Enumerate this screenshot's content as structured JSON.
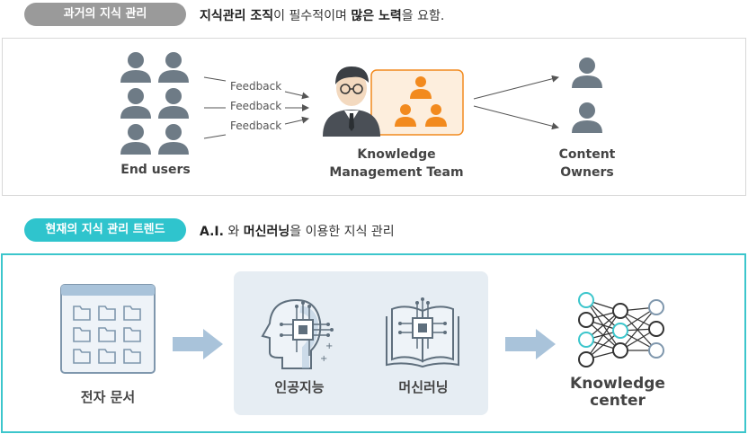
{
  "section1": {
    "pill": "과거의 지식 관리",
    "headline_parts": [
      {
        "text": "지식관리 조직",
        "bold": true
      },
      {
        "text": "이 필수적이며 ",
        "bold": false
      },
      {
        "text": "많은 노력",
        "bold": true
      },
      {
        "text": "을 요함.",
        "bold": false
      }
    ],
    "end_users_label": "End users",
    "feedback_labels": [
      "Feedback",
      "Feedback",
      "Feedback"
    ],
    "km_team_label_line1": "Knowledge",
    "km_team_label_line2": "Management Team",
    "content_owners_line1": "Content",
    "content_owners_line2": "Owners"
  },
  "section2": {
    "pill": "현재의 지식 관리 트렌드",
    "headline_parts": [
      {
        "text": "A.I.",
        "bold": true
      },
      {
        "text": " 와 ",
        "bold": false
      },
      {
        "text": "머신러닝",
        "bold": true
      },
      {
        "text": "을 이용한 지식 관리",
        "bold": false
      }
    ],
    "digital_docs_label": "전자 문서",
    "cognitive_label": "인공지능",
    "ml_label": "머신러닝",
    "kc_line1": "Knowledge",
    "kc_line2": "center"
  },
  "colors": {
    "grey_pill": "#9a9a9a",
    "teal_pill": "#2fc4cd",
    "person_grey": "#6e7b86",
    "orange": "#f28a1e",
    "arrow_blue": "#a9c3da",
    "teal_node": "#3cc6cc"
  },
  "icons": [
    "person-icon",
    "manager-icon",
    "team-icon",
    "folder-grid-icon",
    "ai-head-icon",
    "ml-book-icon",
    "neural-net-icon",
    "arrow-icon"
  ]
}
